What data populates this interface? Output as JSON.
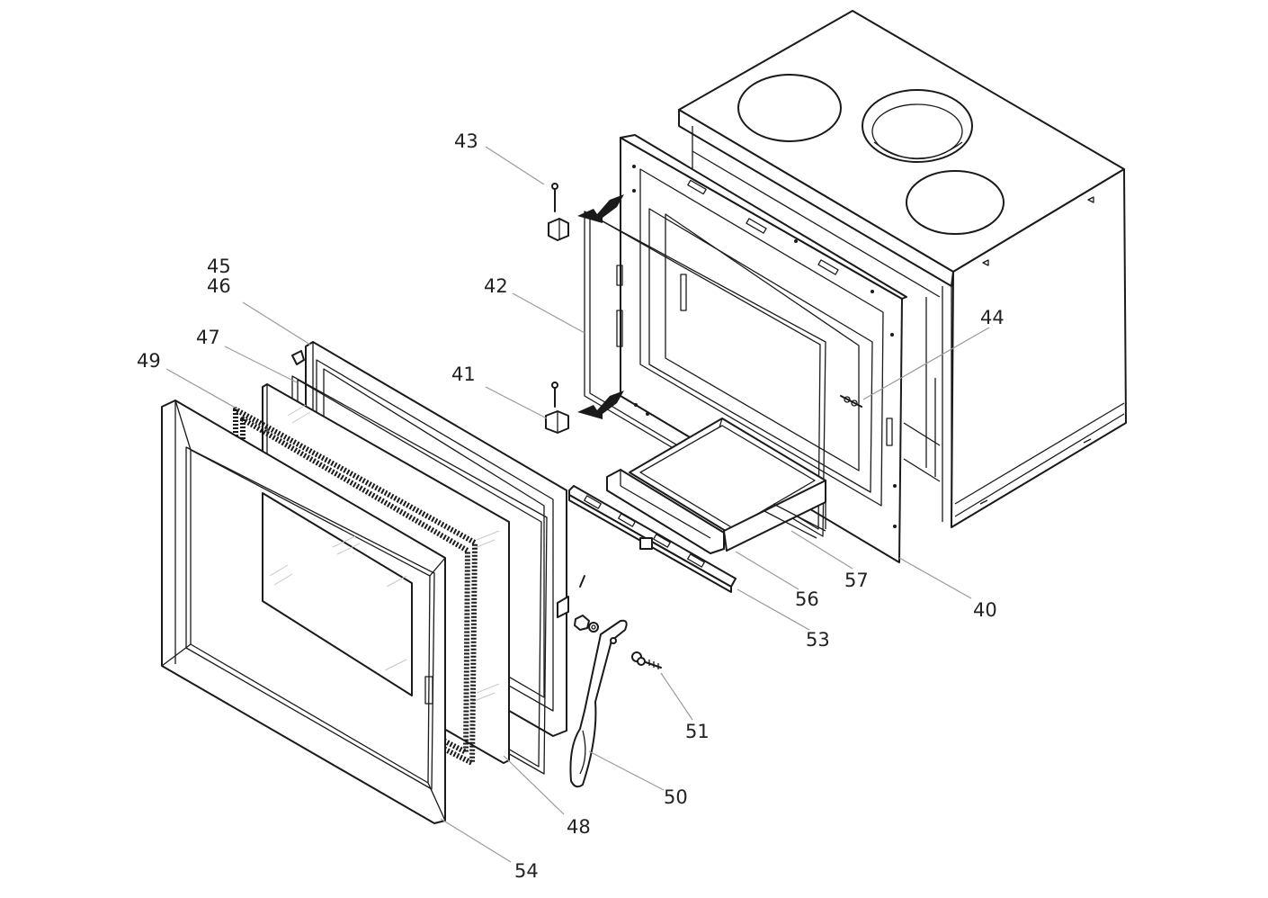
{
  "diagram": {
    "parts": [
      {
        "id": "p40",
        "number": "40"
      },
      {
        "id": "p41",
        "number": "41"
      },
      {
        "id": "p42",
        "number": "42"
      },
      {
        "id": "p43",
        "number": "43"
      },
      {
        "id": "p44",
        "number": "44"
      },
      {
        "id": "p45",
        "number": "45"
      },
      {
        "id": "p46",
        "number": "46"
      },
      {
        "id": "p47",
        "number": "47"
      },
      {
        "id": "p48",
        "number": "48"
      },
      {
        "id": "p49",
        "number": "49"
      },
      {
        "id": "p50",
        "number": "50"
      },
      {
        "id": "p51",
        "number": "51"
      },
      {
        "id": "p53",
        "number": "53"
      },
      {
        "id": "p54",
        "number": "54"
      },
      {
        "id": "p56",
        "number": "56"
      },
      {
        "id": "p57",
        "number": "57"
      }
    ]
  }
}
